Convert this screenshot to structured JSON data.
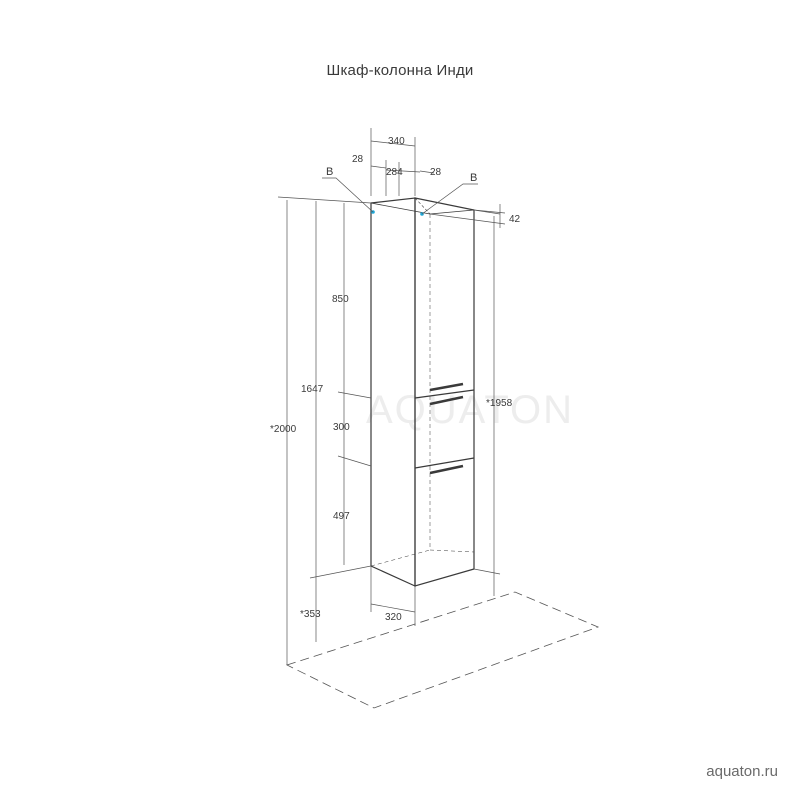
{
  "title": "Шкаф-колонна Инди",
  "website": "aquaton.ru",
  "watermark": "AQUATON",
  "dimensions": {
    "width_top": "340",
    "gap_left": "28",
    "inner_width": "284",
    "gap_right": "28",
    "point_label_left": "B",
    "point_label_right": "B",
    "top_depth": "42",
    "upper_section": "850",
    "total_body": "1647",
    "middle_section": "300",
    "lower_section": "497",
    "overall_height": "*2000",
    "right_height": "*1958",
    "floor_clearance": "*353",
    "depth_bottom": "320"
  },
  "colors": {
    "line": "#3a3a3a",
    "dim_line": "#555555",
    "accent": "#1fa6d6",
    "watermark": "#ececec"
  }
}
